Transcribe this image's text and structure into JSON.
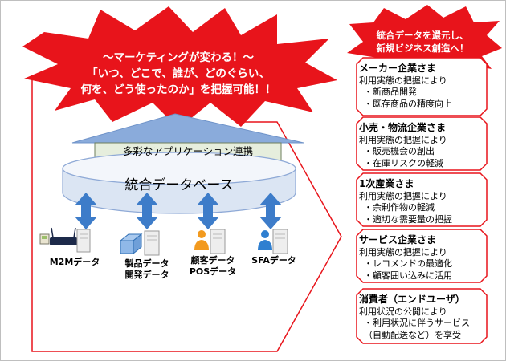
{
  "banner": {
    "line1": "～マーケティングが変わる！～",
    "line2": "「いつ、どこで、誰が、どのぐらい、",
    "line3": "何を、どう使ったのか」を把握可能！！"
  },
  "side_banner": {
    "line1": "統合データを還元し、",
    "line2": "新規ビジネス創造へ！"
  },
  "apps_label": "多彩なアプリケーション連携",
  "database_label": "統合データベース",
  "sources": [
    {
      "line1": "M2Mデータ",
      "line2": ""
    },
    {
      "line1": "製品データ",
      "line2": "開発データ"
    },
    {
      "line1": "顧客データ",
      "line2": "POSデータ"
    },
    {
      "line1": "SFAデータ",
      "line2": ""
    }
  ],
  "panels": [
    {
      "title": "メーカー企業さま",
      "lines": [
        "利用実態の把握により",
        "・新商品開発",
        "・既存商品の精度向上"
      ]
    },
    {
      "title": "小売・物流企業さま",
      "lines": [
        "利用実態の把握により",
        "・販売機会の創出",
        "・在庫リスクの軽減"
      ]
    },
    {
      "title": "1次産業さま",
      "lines": [
        "利用実態の把握により",
        "・余剰作物の軽減",
        "・適切な需要量の把握"
      ]
    },
    {
      "title": "サービス企業さま",
      "lines": [
        "利用実態の把握により",
        "・レコメンドの最適化",
        "・顧客囲い込みに活用"
      ]
    },
    {
      "title": "消費者（エンドユーザ）",
      "lines": [
        "利用状況の公開により",
        "・利用状況に伴うサービス",
        "（自動配送など）を享受"
      ]
    }
  ],
  "colors": {
    "red": "#e8141b",
    "panel_border": "#e8141b",
    "arrow_blue": "#3d7cc9",
    "db_fill": "#dfe8f5",
    "db_stroke": "#8ea9d6",
    "apps_fill": "#e6eedd",
    "big_arrow": "#7fa2d6"
  }
}
